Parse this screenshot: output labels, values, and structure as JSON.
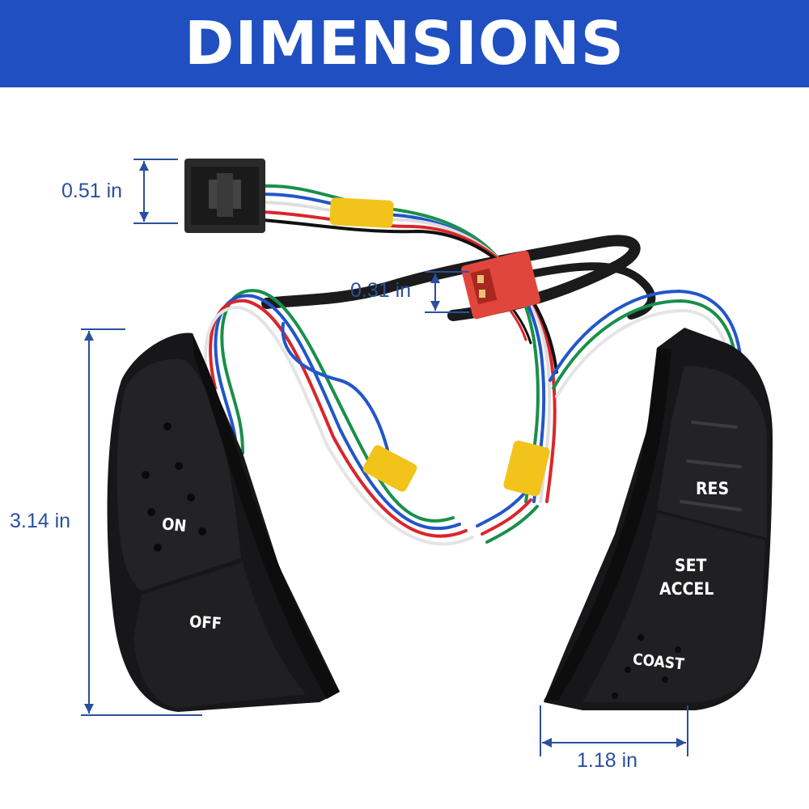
{
  "banner": {
    "title": "DIMENSIONS"
  },
  "dimensions": {
    "connector_large_height": "0.51 in",
    "connector_small_height": "0.31 in",
    "switch_height": "3.14 in",
    "switch_width": "1.18 in"
  },
  "left_switch": {
    "on_label": "ON",
    "off_label": "OFF"
  },
  "right_switch": {
    "res_label": "RES",
    "set_label": "SET",
    "accel_label": "ACCEL",
    "coast_label": "COAST"
  },
  "colors": {
    "banner": "#1f4fc0",
    "dimension_lines": "#2a4f9e",
    "switch_body": "#1c1c1e",
    "tape": "#f2c31b",
    "red_connector": "#e0463c"
  }
}
